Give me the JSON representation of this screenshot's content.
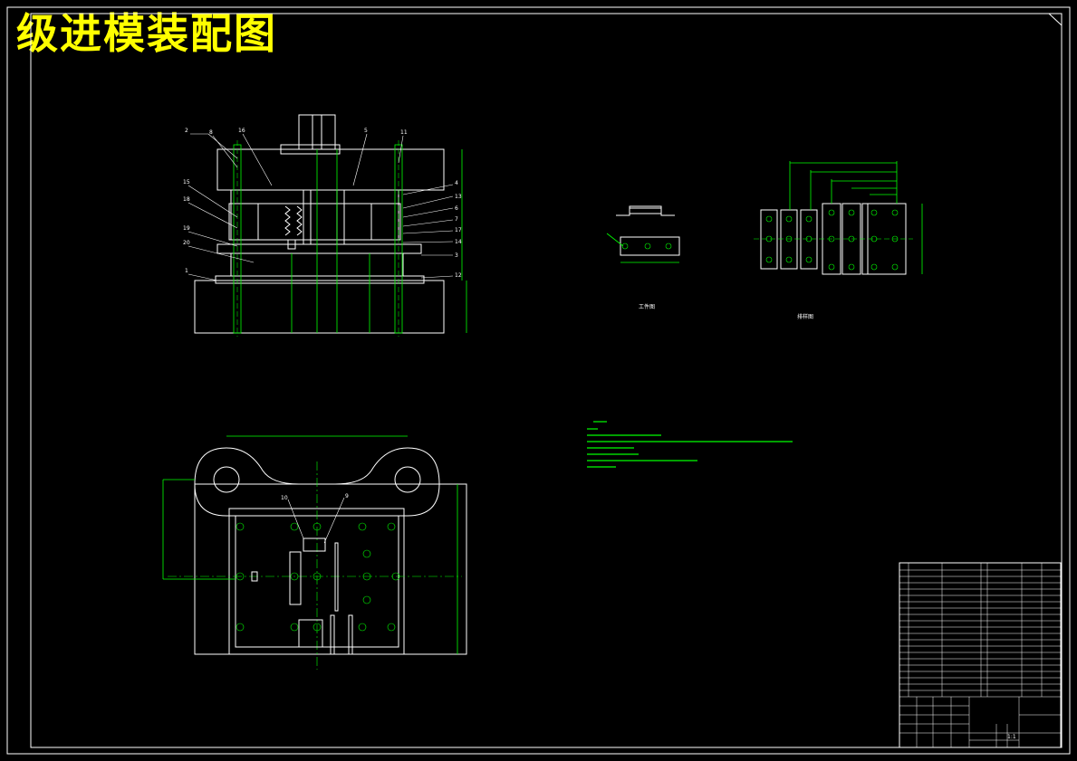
{
  "title": "级进模装配图",
  "section_view": {
    "part_labels": [
      "2",
      "8",
      "16",
      "5",
      "11",
      "15",
      "18",
      "19",
      "20",
      "1",
      "4",
      "13",
      "6",
      "7",
      "17",
      "14",
      "3",
      "12"
    ]
  },
  "top_view": {
    "part_labels": [
      "10",
      "9"
    ]
  },
  "workpiece_caption": "工件图",
  "strip_caption": "排样图",
  "title_block": {
    "scale": "1:1"
  },
  "colors": {
    "background": "#000000",
    "outline": "#ffffff",
    "dimension": "#00ff00",
    "title": "#ffff00",
    "hatch": "#00ff00"
  }
}
